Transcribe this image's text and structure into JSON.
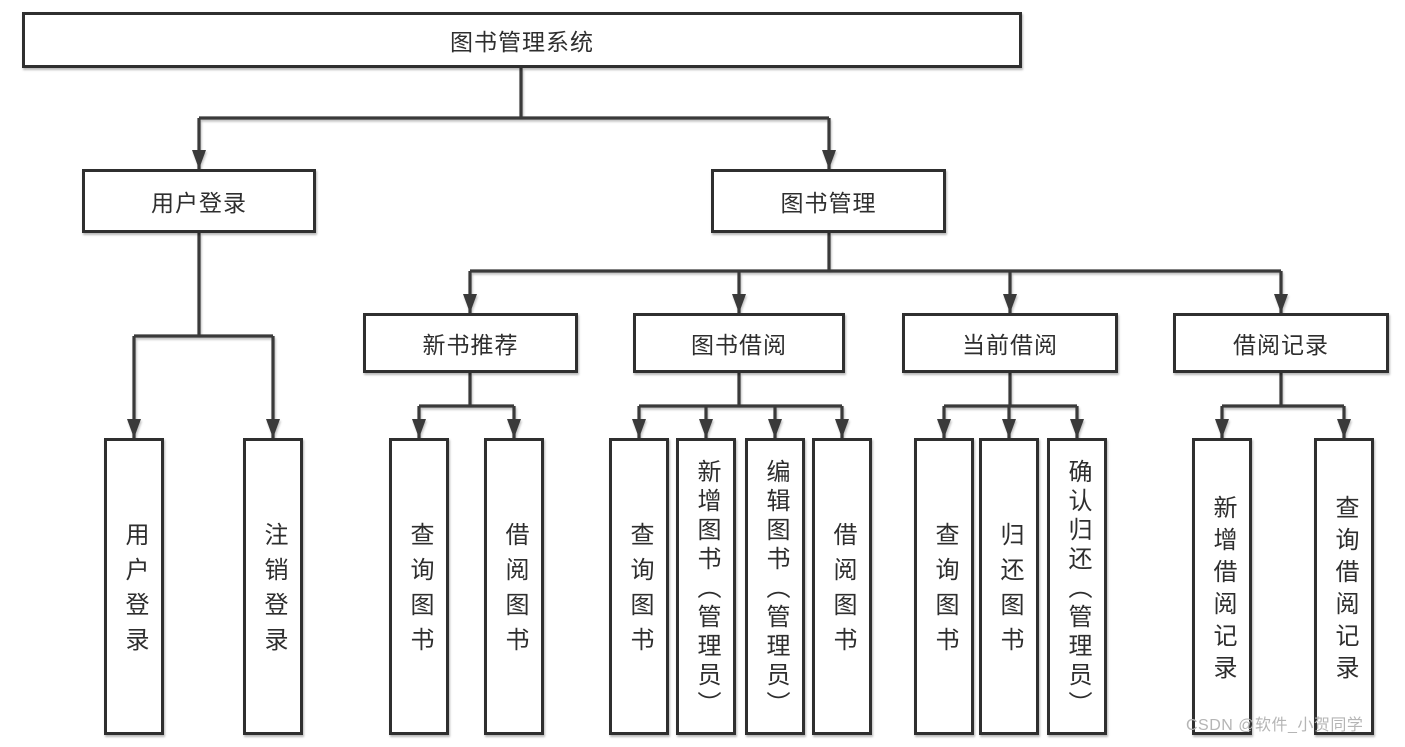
{
  "title": "图书管理系统",
  "tree": {
    "root": "图书管理系统",
    "branches": [
      {
        "label": "用户登录",
        "children": [
          "用户登录",
          "注销登录"
        ]
      },
      {
        "label": "图书管理",
        "sections": [
          {
            "label": "新书推荐",
            "children": [
              "查询图书",
              "借阅图书"
            ]
          },
          {
            "label": "图书借阅",
            "children": [
              "查询图书",
              "新增图书（管理员）",
              "编辑图书（管理员）",
              "借阅图书"
            ]
          },
          {
            "label": "当前借阅",
            "children": [
              "查询图书",
              "归还图书",
              "确认归还（管理员）"
            ]
          },
          {
            "label": "借阅记录",
            "children": [
              "新增借阅记录",
              "查询借阅记录"
            ]
          }
        ]
      }
    ]
  },
  "watermark": "CSDN @软件_小贺同学",
  "colors": {
    "line": "#3a3a3a",
    "border": "#2f2f2f",
    "text": "#2e2e2e",
    "watermark": "#b5b5b5",
    "background": "#ffffff"
  }
}
